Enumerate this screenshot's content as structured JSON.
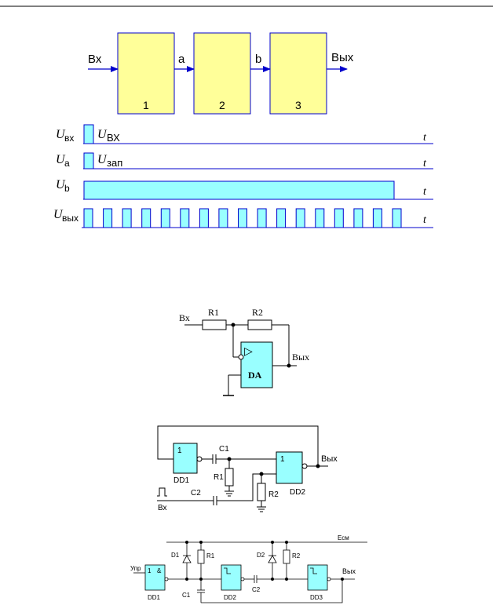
{
  "block_diagram": {
    "input_label": "Вх",
    "output_label": "Вых",
    "link_a": "a",
    "link_b": "b",
    "blocks": [
      "1",
      "2",
      "3"
    ],
    "colors": {
      "block_fill": "#ffff99",
      "block_border": "#0000cc",
      "arrow": "#0000cc"
    }
  },
  "timing_diagram": {
    "time_label": "t",
    "rows": [
      {
        "axis_main": "U",
        "axis_sub": "вх",
        "annotation_main": "U",
        "annotation_sub": "ВХ"
      },
      {
        "axis_main": "U",
        "axis_sub": "a",
        "annotation_main": "U",
        "annotation_sub": "зап"
      },
      {
        "axis_main": "U",
        "axis_sub": "b"
      },
      {
        "axis_main": "U",
        "axis_sub": "вых"
      }
    ],
    "output_pulse_count": 17,
    "colors": {
      "pulse_fill": "#99ffff",
      "pulse_border": "#0000cc",
      "line": "#0000cc"
    }
  },
  "opamp_circuit": {
    "input_label": "Вх",
    "r1": "R1",
    "r2": "R2",
    "output_label": "Вых",
    "opamp_label": "DA",
    "opamp_symbol": "▷",
    "colors": {
      "opamp_fill": "#99ffff"
    }
  },
  "gate_circuit": {
    "gate1_label": "DD1",
    "gate1_mark": "1",
    "gate2_label": "DD2",
    "gate2_mark": "1",
    "c1": "C1",
    "c2": "C2",
    "r1": "R1",
    "r2": "R2",
    "output_label": "Вых",
    "input_label": "Вх"
  },
  "chain_circuit": {
    "supply_label": "Есм",
    "control_label": "Упр",
    "output_label": "Вых",
    "d1": "D1",
    "d2": "D2",
    "r1": "R1",
    "r2": "R2",
    "c1": "C1",
    "c2": "C2",
    "dd1": "DD1",
    "dd1_mark": "1",
    "dd1_mark2": "&",
    "dd2": "DD2",
    "dd3": "DD3"
  }
}
